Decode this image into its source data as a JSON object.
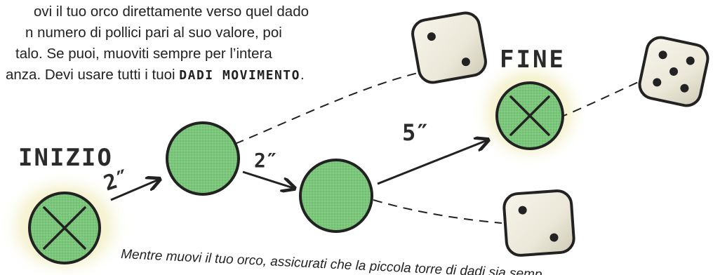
{
  "instructions": {
    "line1": "ovi il tuo orco direttamente verso quel dado",
    "line2": "n numero di pollici pari al suo valore, poi",
    "line3": "talo. Se puoi, muoviti sempre per l’intera",
    "line4_prefix": "anza. Devi usare tutti i tuoi ",
    "line4_keyword": "DADI MOVIMENTO",
    "line4_suffix": "."
  },
  "labels": {
    "start": "INIZIO",
    "end": "FINE",
    "move1": "2″",
    "move2": "2″",
    "move3": "5″"
  },
  "dice": [
    {
      "name": "die-two-top",
      "pips": 2
    },
    {
      "name": "die-five-right",
      "pips": 5
    },
    {
      "name": "die-two-bottom",
      "pips": 2
    }
  ],
  "caption": "Mentre muovi il tuo orco, assicurati che la piccola torre di dadi sia semp",
  "colors": {
    "token_fill": "#7cc77c",
    "token_stroke": "#222222",
    "glow": "#f1eec0",
    "ink": "#222222"
  }
}
